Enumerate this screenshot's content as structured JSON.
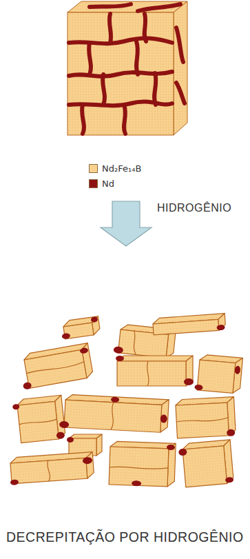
{
  "diagram": {
    "caption": "DECREPITAÇÃO POR HIDROGÊNIO",
    "labels": [
      "HIDROGÊNIO"
    ],
    "legend": [
      {
        "text": "Nd₂Fe₁₄B",
        "color": "#f8d18e"
      },
      {
        "text": "Nd",
        "color": "#8e1212"
      }
    ]
  }
}
